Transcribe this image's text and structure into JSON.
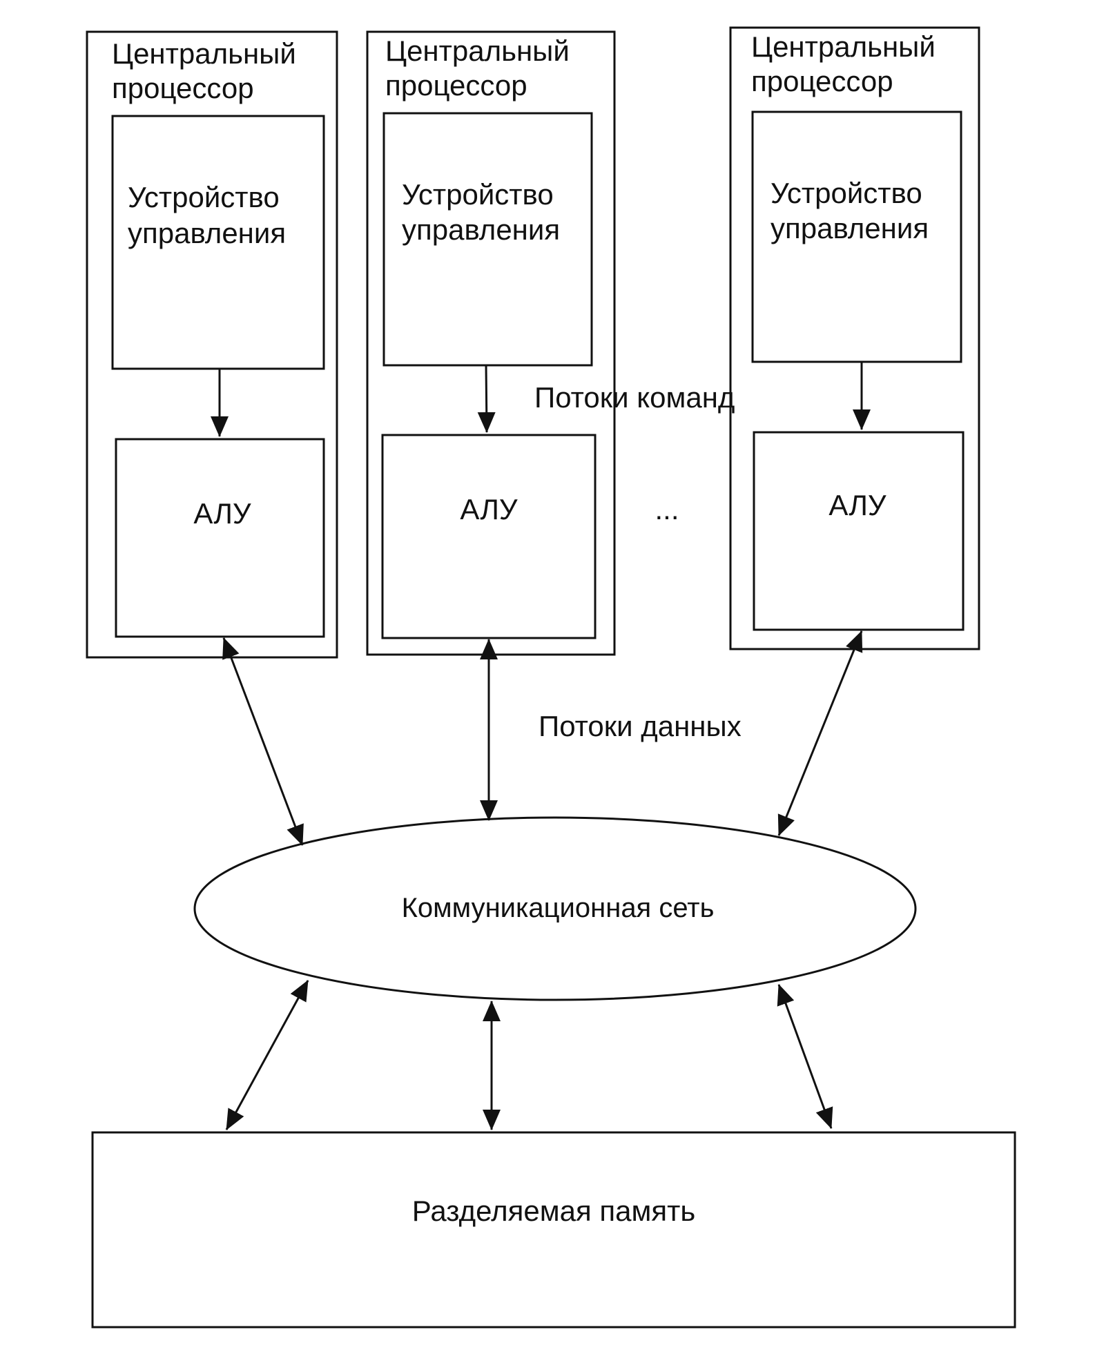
{
  "processors": [
    {
      "title_line1": "Центральный",
      "title_line2": "процессор",
      "cu_line1": "Устройство",
      "cu_line2": "управления",
      "alu": "АЛУ"
    },
    {
      "title_line1": "Центральный",
      "title_line2": "процессор",
      "cu_line1": "Устройство",
      "cu_line2": "управления",
      "alu": "АЛУ"
    },
    {
      "title_line1": "Центральный",
      "title_line2": "процессор",
      "cu_line1": "Устройство",
      "cu_line2": "управления",
      "alu": "АЛУ"
    }
  ],
  "ellipsis": "...",
  "instruction_flow_label": "Потоки команд",
  "data_flow_label": "Потоки данных",
  "network_label": "Коммуникационная сеть",
  "memory_label": "Разделяемая память",
  "colors": {
    "stroke": "#111111",
    "background": "#ffffff"
  }
}
